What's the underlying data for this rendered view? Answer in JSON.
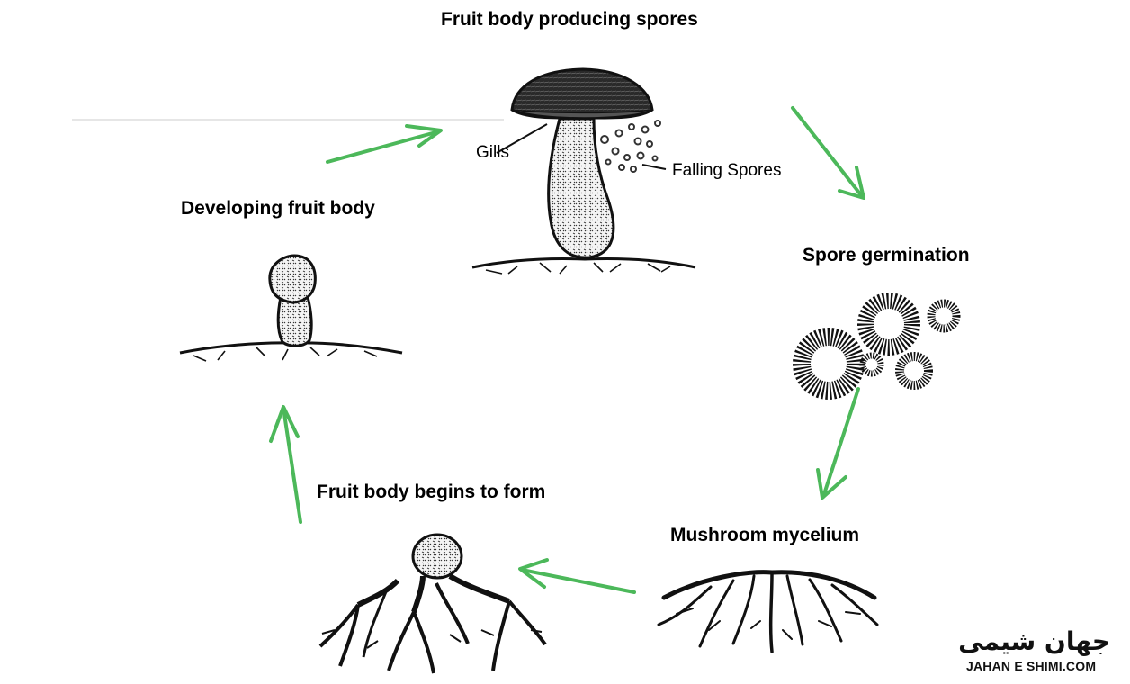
{
  "stages": {
    "fruit_body_spores": "Fruit body producing spores",
    "spore_germination": "Spore germination",
    "mushroom_mycelium": "Mushroom mycelium",
    "fruit_body_begins": "Fruit body begins to form",
    "developing_fruit_body": "Developing fruit body"
  },
  "callouts": {
    "gills": "Gills",
    "falling_spores": "Falling Spores"
  },
  "logo": {
    "persian": "جهان شیمی",
    "latin": "JAHAN E SHIMI.COM"
  },
  "colors": {
    "arrow": "#4cb85a",
    "ink": "#111111"
  },
  "icons": [
    "mushroom-icon",
    "spores-icon",
    "mycelium-icon",
    "cycle-arrow-icon"
  ]
}
